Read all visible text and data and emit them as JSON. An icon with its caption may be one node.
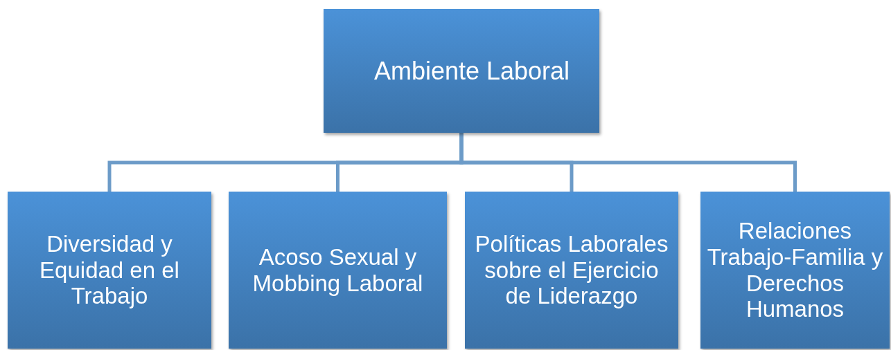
{
  "diagram": {
    "nodes": [
      {
        "text": [
          "Ambiente Laboral"
        ]
      },
      {
        "text": [
          "Diversidad y Equidad en el Trabajo"
        ]
      },
      {
        "text": [
          "Acoso Sexual y Mobbing Laboral"
        ]
      },
      {
        "text": [
          "Políticas Laborales sobre el Ejercicio de Liderazgo"
        ]
      },
      {
        "text": [
          "Relaciones Trabajo-Familia y Derechos Humanos"
        ]
      }
    ],
    "edges": [
      {
        "from": 0,
        "to": 1,
        "arrow": "none"
      },
      {
        "from": 0,
        "to": 2,
        "arrow": "none"
      },
      {
        "from": 0,
        "to": 3,
        "arrow": "none"
      },
      {
        "from": 0,
        "to": 4,
        "arrow": "none"
      }
    ]
  }
}
